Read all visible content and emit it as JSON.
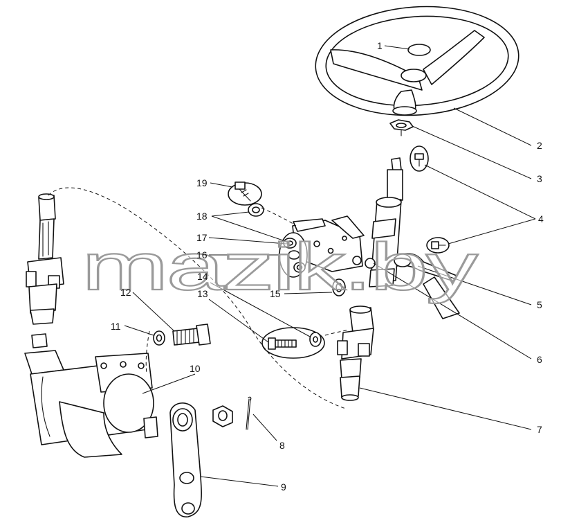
{
  "watermark": "mazik.by",
  "callouts": [
    "1",
    "2",
    "3",
    "4",
    "5",
    "6",
    "7",
    "8",
    "9",
    "10",
    "11",
    "12",
    "13",
    "14",
    "15",
    "16",
    "17",
    "18",
    "19"
  ]
}
